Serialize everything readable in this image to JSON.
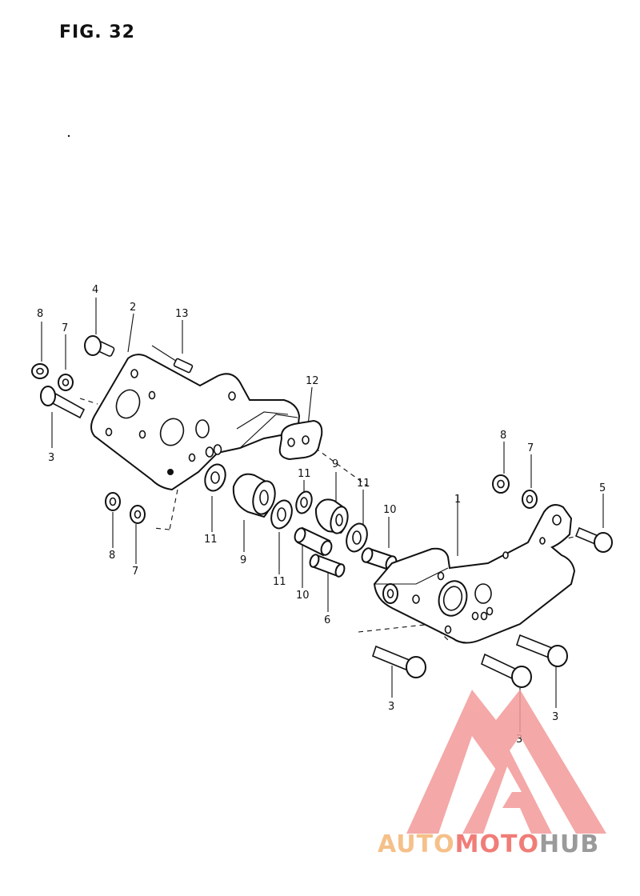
{
  "figure": {
    "title": "FIG. 32"
  },
  "callouts": [
    {
      "id": "c-8a",
      "text": "8"
    },
    {
      "id": "c-4",
      "text": "4"
    },
    {
      "id": "c-2",
      "text": "2"
    },
    {
      "id": "c-13",
      "text": "13"
    },
    {
      "id": "c-7a",
      "text": "7"
    },
    {
      "id": "c-3a",
      "text": "3"
    },
    {
      "id": "c-12",
      "text": "12"
    },
    {
      "id": "c-8b",
      "text": "8"
    },
    {
      "id": "c-7b",
      "text": "7"
    },
    {
      "id": "c-11a",
      "text": "11"
    },
    {
      "id": "c-9a",
      "text": "9"
    },
    {
      "id": "c-11b",
      "text": "11"
    },
    {
      "id": "c-11c",
      "text": "11"
    },
    {
      "id": "c-9b",
      "text": "9"
    },
    {
      "id": "c-11d",
      "text": "11"
    },
    {
      "id": "c-10a",
      "text": "10"
    },
    {
      "id": "c-10b",
      "text": "10"
    },
    {
      "id": "c-6",
      "text": "6"
    },
    {
      "id": "c-1",
      "text": "1"
    },
    {
      "id": "c-8c",
      "text": "8"
    },
    {
      "id": "c-7c",
      "text": "7"
    },
    {
      "id": "c-5",
      "text": "5"
    },
    {
      "id": "c-3b",
      "text": "3"
    },
    {
      "id": "c-3c",
      "text": "3"
    },
    {
      "id": "c-3d",
      "text": "3"
    }
  ],
  "watermark": {
    "part1": "AUTO",
    "part2": "MOTO",
    "part3": "HUB",
    "color1": "#f5c089",
    "color2": "#f07d78",
    "color3": "#9a9a9a",
    "logo_color": "#f39a9a"
  }
}
